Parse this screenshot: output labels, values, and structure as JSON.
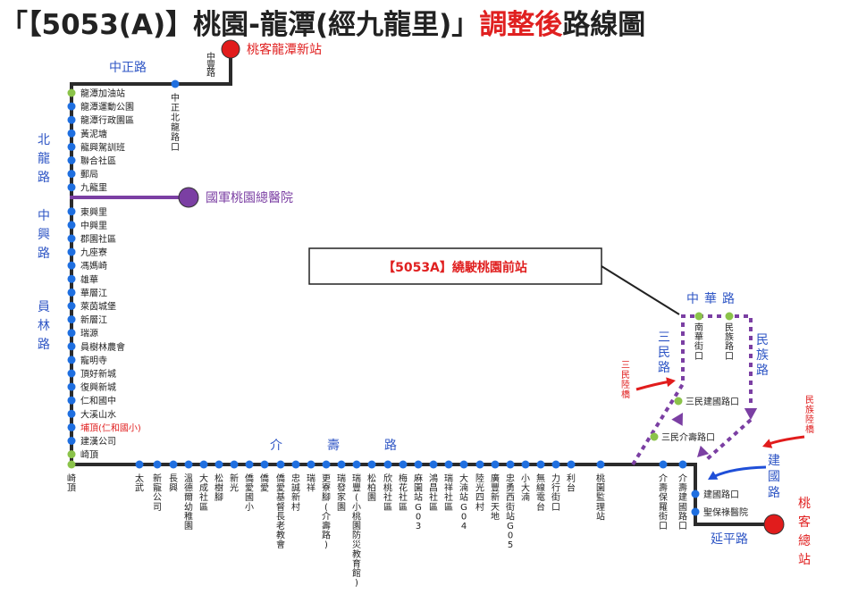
{
  "title": {
    "prefix": "「【5053(A)】桃園-龍潭(經九龍里)」",
    "highlight": "調整後",
    "suffix": "路線圖"
  },
  "colors": {
    "route": "#2b2b2b",
    "stop": "#1f6fe0",
    "stop_terminal": "#8bc34a",
    "terminal": "#e11c1c",
    "branch": "#7b3fa3",
    "road_label": "#2f56c5",
    "arrow_red": "#e11c1c",
    "arrow_blue": "#1f4fd8"
  },
  "callout": "【5053A】繞駛桃園前站",
  "terminals": {
    "north": "桃客龍潭新站",
    "south": "桃客總站",
    "hospital": "國軍桃園總醫院"
  },
  "roads": {
    "zhongzheng": "中正路",
    "zhonghuan": "中豐路",
    "beilong": "北龍路",
    "zhongxing": "中興路",
    "yuanlin": "員林路",
    "jieshou": "介壽路",
    "zhonghua": "中華路",
    "sanmin": "三民路",
    "minzu": "民族路",
    "jianguo": "建國路",
    "yanping": "延平路",
    "sanmin_bridge": "三民陸橋",
    "minzu_bridge": "民族陸橋"
  },
  "west_stops": [
    {
      "name": "龍潭加油站",
      "terminal": true
    },
    {
      "name": "龍潭運動公園"
    },
    {
      "name": "龍潭行政園區"
    },
    {
      "name": "黃泥塘"
    },
    {
      "name": "龍興駕訓班"
    },
    {
      "name": "聯合社區"
    },
    {
      "name": "郵局"
    },
    {
      "name": "九龍里"
    },
    {
      "name": "東興里"
    },
    {
      "name": "中興里"
    },
    {
      "name": "郡園社區"
    },
    {
      "name": "九座寮"
    },
    {
      "name": "馮媽崎"
    },
    {
      "name": "雄華"
    },
    {
      "name": "華層江"
    },
    {
      "name": "萊茵城堡"
    },
    {
      "name": "新層江"
    },
    {
      "name": "瑞源"
    },
    {
      "name": "員樹林農會"
    },
    {
      "name": "寵明寺"
    },
    {
      "name": "頂好新城"
    },
    {
      "name": "復興新城"
    },
    {
      "name": "仁和國中"
    },
    {
      "name": "大溪山水"
    },
    {
      "name": "埔頂(仁和國小)",
      "highlight": true
    },
    {
      "name": "建漢公司"
    },
    {
      "name": "崎頂",
      "terminal": true
    }
  ],
  "zhongzheng_stop": "中正北龍路口",
  "south_stops": [
    {
      "name": "崎頂"
    },
    {
      "name": "太武"
    },
    {
      "name": "新寵公司"
    },
    {
      "name": "長興"
    },
    {
      "name": "溫德爾幼稚園"
    },
    {
      "name": "大成社區"
    },
    {
      "name": "松樹腳"
    },
    {
      "name": "新光"
    },
    {
      "name": "僑愛國小"
    },
    {
      "name": "僑愛"
    },
    {
      "name": "僑愛基督長老教會"
    },
    {
      "name": "忠誠新村"
    },
    {
      "name": "瑞祥"
    },
    {
      "name": "更寮腳(介壽路)"
    },
    {
      "name": "瑞發家園"
    },
    {
      "name": "瑞豐(小桃園防災教育館)"
    },
    {
      "name": "松柏園"
    },
    {
      "name": "欣桃社區"
    },
    {
      "name": "梅花社區"
    },
    {
      "name": "麻園站G03"
    },
    {
      "name": "鴻昌社區"
    },
    {
      "name": "瑞祥社區"
    },
    {
      "name": "大湳站G04"
    },
    {
      "name": "陸光四村"
    },
    {
      "name": "廣豐新天地"
    },
    {
      "name": "忠勇西街站G05"
    },
    {
      "name": "小大湳"
    },
    {
      "name": "無線電台"
    },
    {
      "name": "力行街口"
    },
    {
      "name": "利台"
    },
    {
      "name": "桃園監理站"
    },
    {
      "name": "介壽保羅街口"
    },
    {
      "name": "介壽建國路口"
    }
  ],
  "east_stops": {
    "jianguo": "建國路口",
    "shengbao": "聖保祿醫院",
    "sanmin_jieshou": "三民介壽路口",
    "sanmin_jianguo": "三民建國路口",
    "nanhua": "南華街口",
    "minzu": "民族路口"
  }
}
